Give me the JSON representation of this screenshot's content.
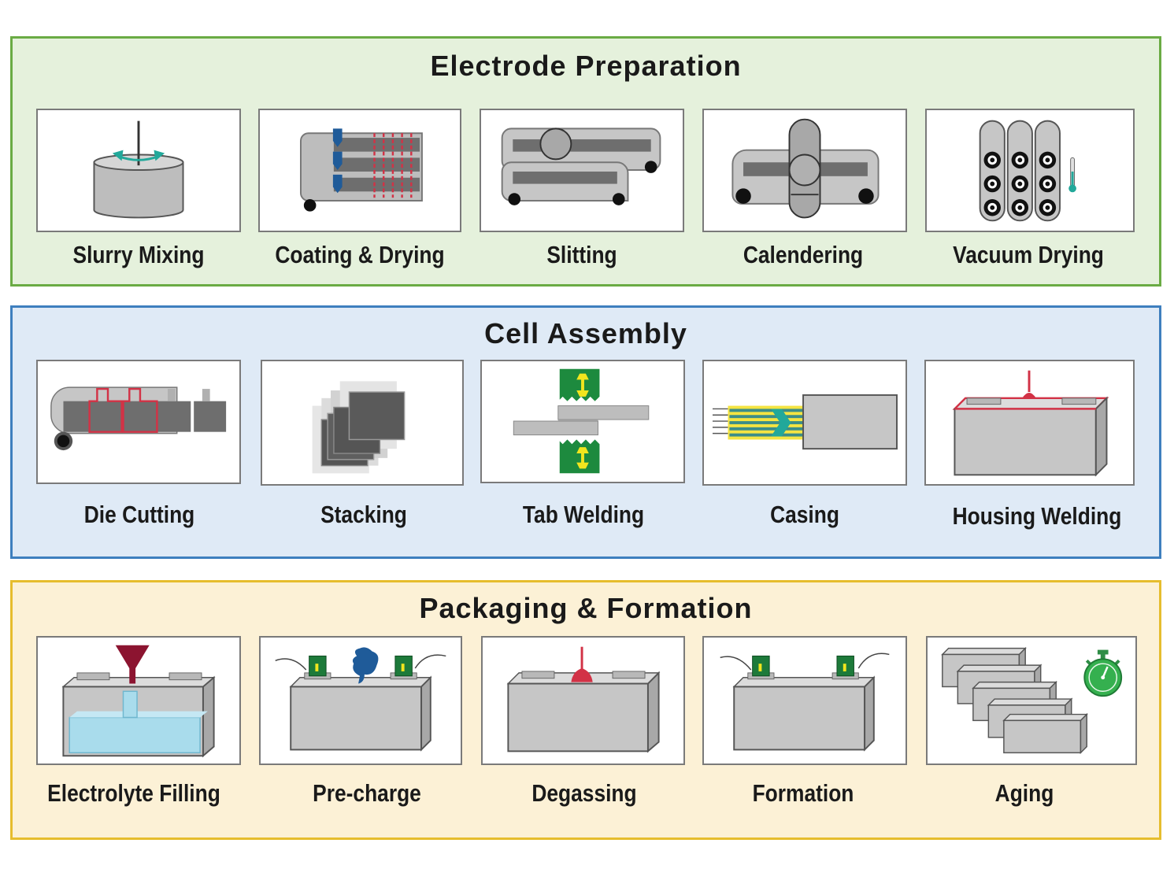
{
  "colors": {
    "electrode_bg": "#e5f1dc",
    "electrode_border": "#6aab44",
    "assembly_bg": "#dfeaf6",
    "assembly_border": "#3e7fbe",
    "packaging_bg": "#fcf1d6",
    "packaging_border": "#e6bd2e",
    "teal": "#22a89a",
    "navy": "#1f5b99",
    "red": "#d23246",
    "green": "#1d8a3e",
    "maroon": "#8c1430",
    "lime": "#b5d54c",
    "electrolyte": "#a9dcec"
  },
  "sections": {
    "electrode": {
      "title": "Electrode Preparation",
      "steps": [
        {
          "label": "Slurry Mixing",
          "icon": "mixer-icon"
        },
        {
          "label": "Coating & Drying",
          "icon": "coater-icon"
        },
        {
          "label": "Slitting",
          "icon": "slitter-icon"
        },
        {
          "label": "Calendering",
          "icon": "calender-rollers-icon"
        },
        {
          "label": "Vacuum Drying",
          "icon": "vacuum-drying-icon"
        }
      ]
    },
    "assembly": {
      "title": "Cell Assembly",
      "steps": [
        {
          "label": "Die Cutting",
          "icon": "die-cutter-icon"
        },
        {
          "label": "Stacking",
          "icon": "stacked-sheets-icon"
        },
        {
          "label": "Tab Welding",
          "icon": "tab-welder-icon"
        },
        {
          "label": "Casing",
          "icon": "casing-icon"
        },
        {
          "label": "Housing Welding",
          "icon": "housing-welder-icon"
        }
      ]
    },
    "packaging": {
      "title": "Packaging & Formation",
      "steps": [
        {
          "label": "Electrolyte Filling",
          "icon": "filling-funnel-icon"
        },
        {
          "label": "Pre-charge",
          "icon": "precharge-icon"
        },
        {
          "label": "Degassing",
          "icon": "degassing-icon"
        },
        {
          "label": "Formation",
          "icon": "formation-icon"
        },
        {
          "label": "Aging",
          "icon": "aging-stopwatch-icon"
        }
      ]
    }
  }
}
